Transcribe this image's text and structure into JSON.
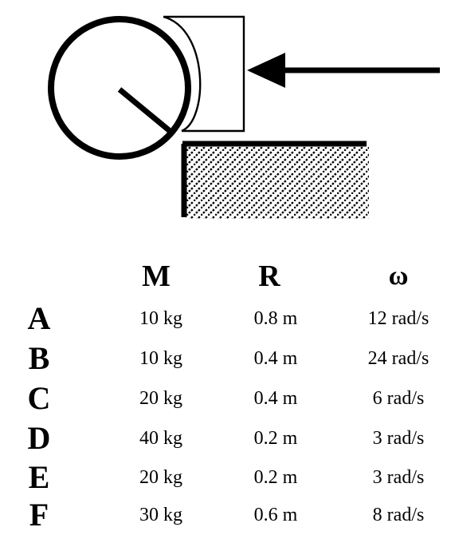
{
  "headers": {
    "mass": "M",
    "radius": "R",
    "omega": "ω"
  },
  "rows": [
    {
      "label": "A",
      "mass": "10 kg",
      "radius": "0.8 m",
      "omega": "12 rad/s"
    },
    {
      "label": "B",
      "mass": "10 kg",
      "radius": "0.4 m",
      "omega": "24 rad/s"
    },
    {
      "label": "C",
      "mass": "20 kg",
      "radius": "0.4 m",
      "omega": "6 rad/s"
    },
    {
      "label": "D",
      "mass": "40 kg",
      "radius": "0.2 m",
      "omega": "3 rad/s"
    },
    {
      "label": "E",
      "mass": "20 kg",
      "radius": "0.2 m",
      "omega": "3 rad/s"
    },
    {
      "label": "F",
      "mass": "30 kg",
      "radius": "0.6 m",
      "omega": "8 rad/s"
    }
  ],
  "colors": {
    "ink": "#000000",
    "background": "#ffffff"
  }
}
